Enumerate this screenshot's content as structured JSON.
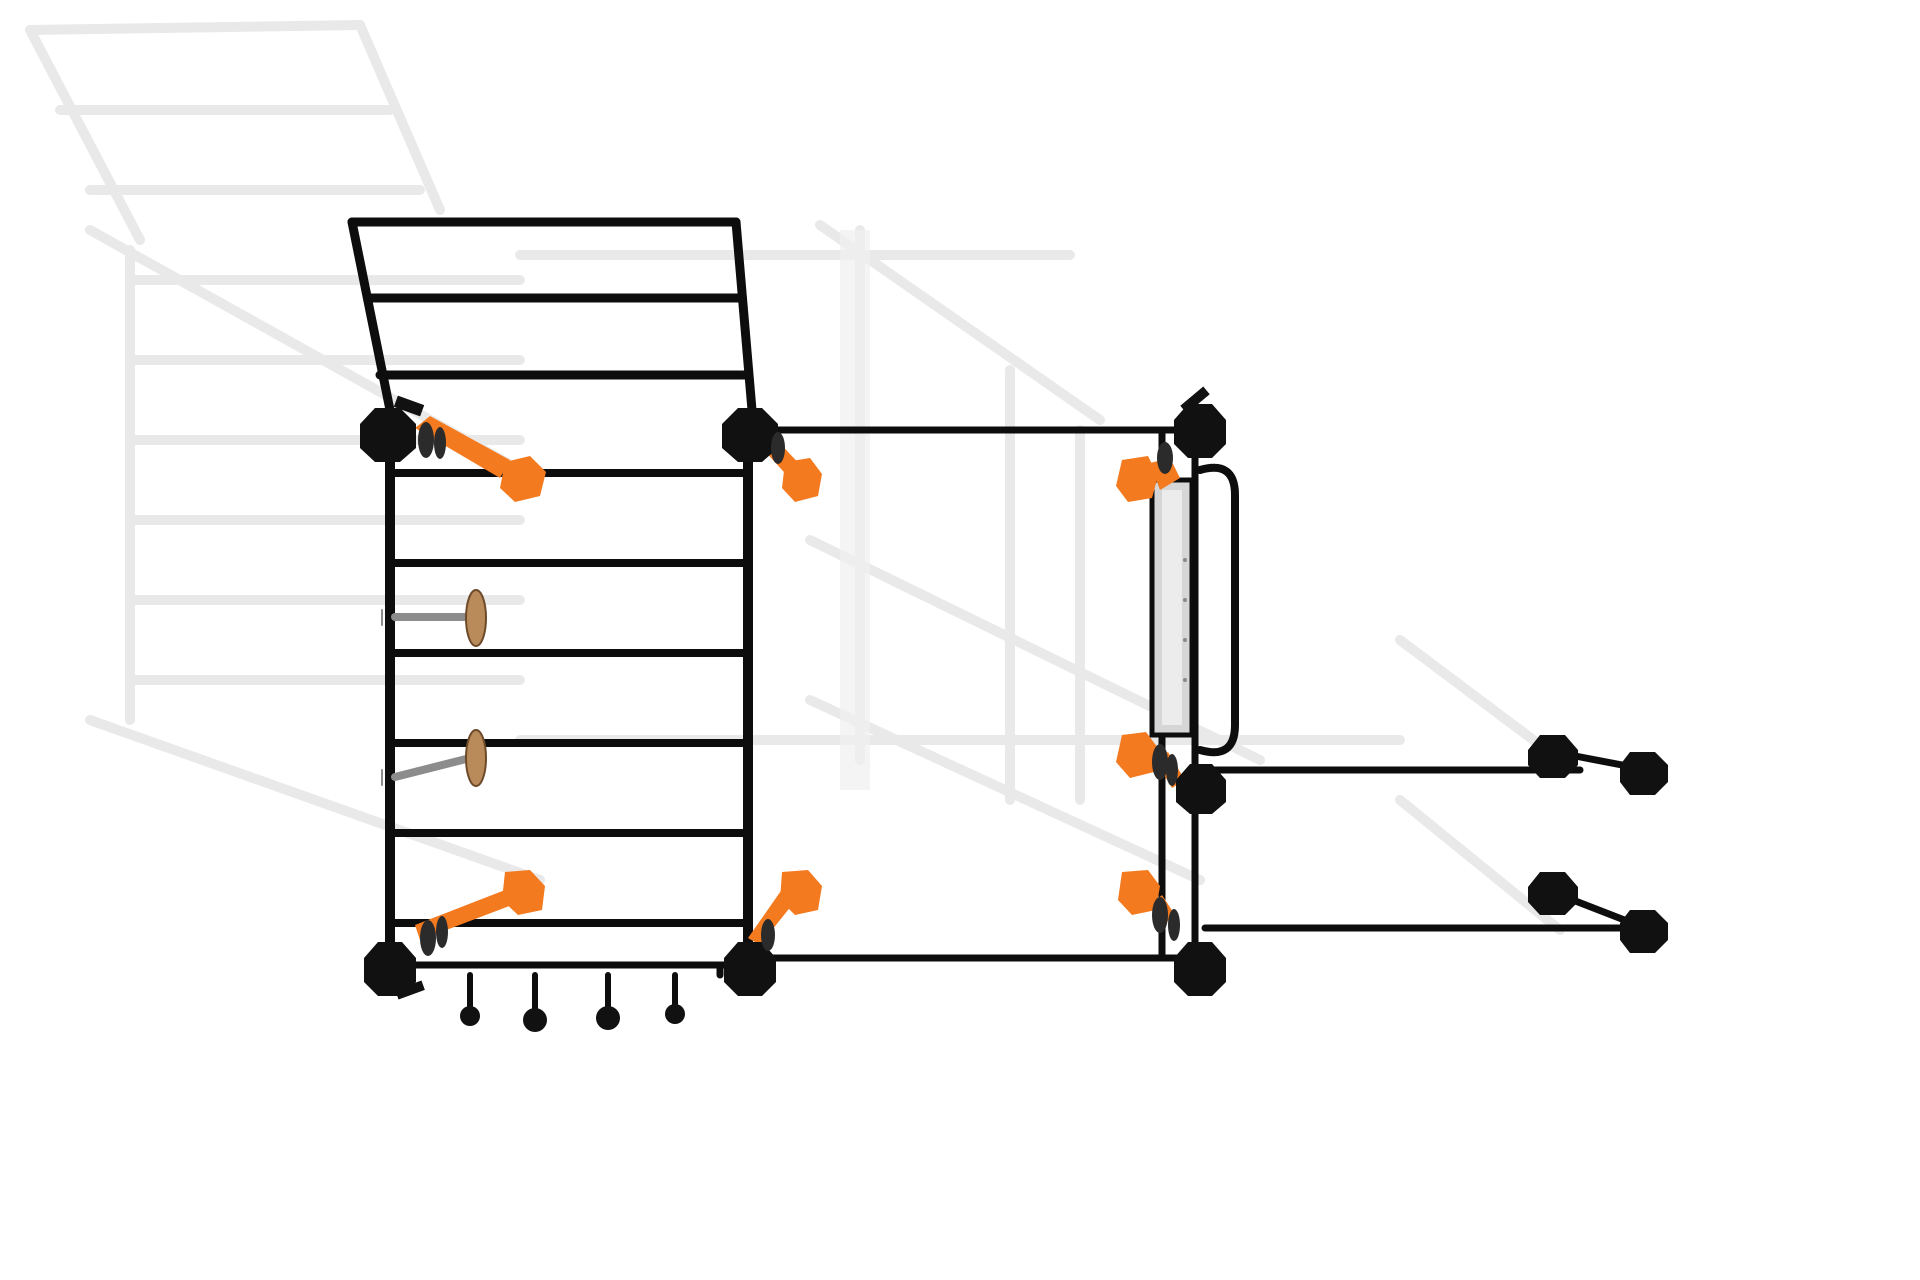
{
  "scene": {
    "subject": "outdoor-workout-station-render",
    "background_color": "#ffffff",
    "frame_color": "#0d0d0d",
    "accent_color": "#f47a1f",
    "shadow_color": "#e9e9e9",
    "disc_color": "#b98a5a"
  },
  "components": {
    "wall_bars_rungs": 6,
    "angled_ladder_rungs": 3,
    "orange_mount_pipes": 7,
    "dip_stations": 2,
    "hanging_knobs": 4,
    "plate_holders": 2
  }
}
